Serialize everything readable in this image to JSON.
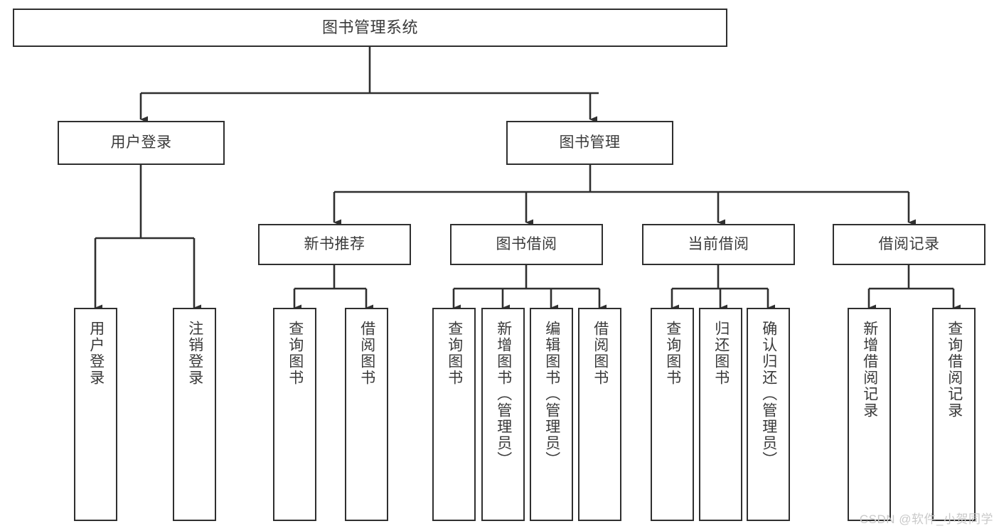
{
  "diagram": {
    "title": "图书管理系统",
    "type": "hierarchy-tree",
    "watermark": "CSDN @软件_小贺同学",
    "colors": {
      "stroke": "#2f2f2f",
      "text": "#3a3a3a",
      "background": "#ffffff",
      "watermark": "#c9c9c9"
    },
    "root": {
      "label": "图书管理系统"
    },
    "level2": [
      {
        "label": "用户登录"
      },
      {
        "label": "图书管理"
      }
    ],
    "level3": [
      {
        "label": "新书推荐"
      },
      {
        "label": "图书借阅"
      },
      {
        "label": "当前借阅"
      },
      {
        "label": "借阅记录"
      }
    ],
    "leaves": {
      "user_login": [
        {
          "label": "用户登录"
        },
        {
          "label": "注销登录"
        }
      ],
      "new_book_recommend": [
        {
          "label": "查询图书"
        },
        {
          "label": "借阅图书"
        }
      ],
      "book_borrow": [
        {
          "label": "查询图书"
        },
        {
          "label": "新增图书（管理员）"
        },
        {
          "label": "编辑图书（管理员）"
        },
        {
          "label": "借阅图书"
        }
      ],
      "current_borrow": [
        {
          "label": "查询图书"
        },
        {
          "label": "归还图书"
        },
        {
          "label": "确认归还（管理员）"
        }
      ],
      "borrow_record": [
        {
          "label": "新增借阅记录"
        },
        {
          "label": "查询借阅记录"
        }
      ]
    }
  }
}
